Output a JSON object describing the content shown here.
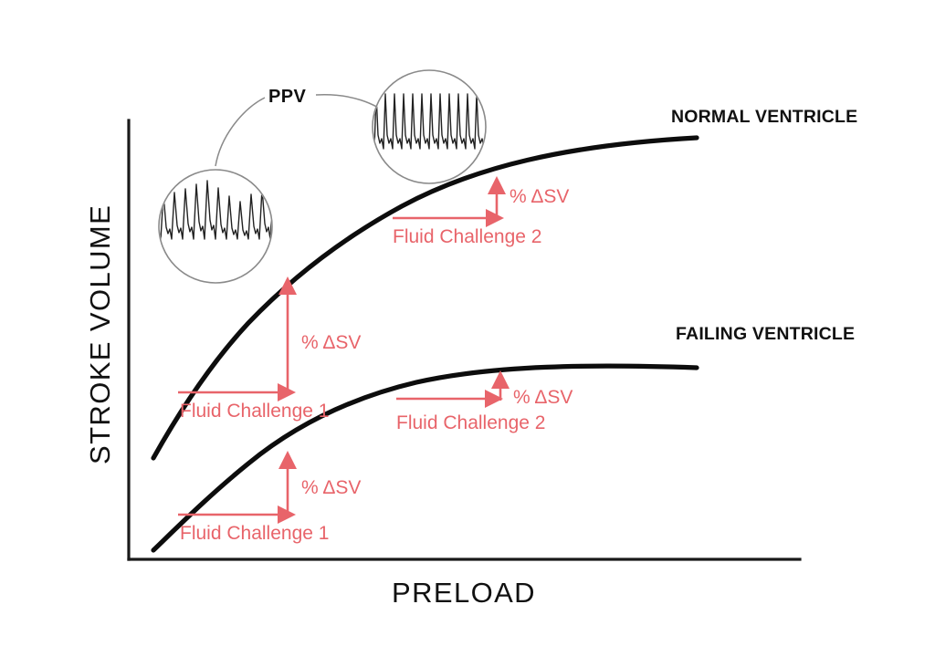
{
  "figure": {
    "axes": {
      "y_label": "STROKE VOLUME",
      "x_label": "PRELOAD"
    },
    "curve_labels": {
      "normal": "NORMAL VENTRICLE",
      "failing": "FAILING VENTRICLE"
    },
    "callout": {
      "label": "PPV",
      "left_circle_name": "high-ppv-waveform",
      "right_circle_name": "low-ppv-waveform"
    },
    "annotations": {
      "normal_fc1_label": "Fluid Challenge 1",
      "normal_fc1_delta": "% ΔSV",
      "normal_fc2_label": "Fluid Challenge 2",
      "normal_fc2_delta": "% ΔSV",
      "failing_fc1_label": "Fluid Challenge 1",
      "failing_fc1_delta": "% ΔSV",
      "failing_fc2_label": "Fluid Challenge 2",
      "failing_fc2_delta": "% ΔSV"
    },
    "colors": {
      "annotation_red": "#e8646a",
      "curve_black": "#0d0d0d",
      "callout_gray": "#8a8a8a",
      "background": "#ffffff"
    }
  },
  "chart_data": {
    "type": "line",
    "title": "",
    "xlabel": "PRELOAD",
    "ylabel": "STROKE VOLUME",
    "grid": false,
    "legend": "inline-curve-labels",
    "axis_ranges": {
      "x": [
        0,
        1
      ],
      "y": [
        0,
        1
      ]
    },
    "series": [
      {
        "name": "NORMAL VENTRICLE",
        "description": "Steep Frank-Starling curve; large stroke volume response to preload",
        "points": [
          [
            0.045,
            0.246
          ],
          [
            0.12,
            0.4
          ],
          [
            0.2,
            0.52
          ],
          [
            0.28,
            0.61
          ],
          [
            0.38,
            0.695
          ],
          [
            0.5,
            0.76
          ],
          [
            0.65,
            0.815
          ],
          [
            0.8,
            0.85
          ],
          [
            1.0,
            0.878
          ]
        ]
      },
      {
        "name": "FAILING VENTRICLE",
        "description": "Flattened Frank-Starling curve; small stroke volume response to preload",
        "points": [
          [
            0.045,
            0.03
          ],
          [
            0.12,
            0.145
          ],
          [
            0.2,
            0.24
          ],
          [
            0.3,
            0.33
          ],
          [
            0.42,
            0.4
          ],
          [
            0.56,
            0.45
          ],
          [
            0.72,
            0.478
          ],
          [
            0.88,
            0.49
          ],
          [
            1.0,
            0.492
          ]
        ]
      }
    ],
    "annotations": [
      {
        "curve": "NORMAL VENTRICLE",
        "label": "Fluid Challenge 1",
        "delta_label": "% ΔSV",
        "preload_from": 0.088,
        "preload_to": 0.28,
        "sv_from": 0.395,
        "sv_to": 0.61,
        "delta_magnitude": "large"
      },
      {
        "curve": "NORMAL VENTRICLE",
        "label": "Fluid Challenge 2",
        "delta_label": "% ΔSV",
        "preload_from": 0.47,
        "preload_to": 0.665,
        "sv_from": 0.745,
        "sv_to": 0.818,
        "delta_magnitude": "small"
      },
      {
        "curve": "FAILING VENTRICLE",
        "label": "Fluid Challenge 1",
        "delta_label": "% ΔSV",
        "preload_from": 0.088,
        "preload_to": 0.29,
        "sv_from": 0.118,
        "sv_to": 0.32,
        "delta_magnitude": "large"
      },
      {
        "curve": "FAILING VENTRICLE",
        "label": "Fluid Challenge 2",
        "delta_label": "% ΔSV",
        "preload_from": 0.468,
        "preload_to": 0.655,
        "sv_from": 0.43,
        "sv_to": 0.472,
        "delta_magnitude": "very small"
      }
    ],
    "callouts": [
      {
        "name": "PPV",
        "position": "left",
        "waveform": "arterial pressure waveform with marked pulse pressure variation (high PPV)"
      },
      {
        "name": "PPV",
        "position": "right",
        "waveform": "arterial pressure waveform with uniform amplitude (low PPV)"
      }
    ]
  }
}
